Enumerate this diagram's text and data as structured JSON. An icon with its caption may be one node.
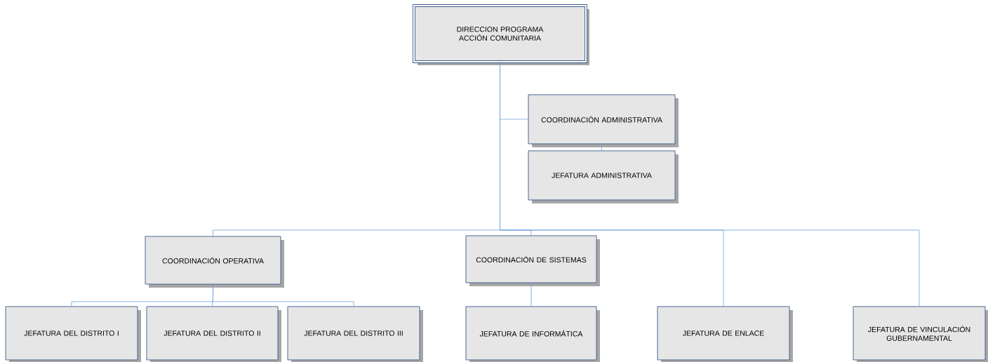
{
  "diagram": {
    "nodes": [
      {
        "text": [
          "DIRECCION PROGRAMA ACCIÓN COMUNITARIA"
        ]
      },
      {
        "text": [
          "COORDINACIÓN ADMINISTRATIVA"
        ]
      },
      {
        "text": [
          "JEFATURA ADMINISTRATIVA"
        ]
      },
      {
        "text": [
          "COORDINACIÓN OPERATIVA"
        ]
      },
      {
        "text": [
          "COORDINACIÓN DE SISTEMAS"
        ]
      },
      {
        "text": [
          "JEFATURA DEL DISTRITO I"
        ]
      },
      {
        "text": [
          "JEFATURA DEL DISTRITO II"
        ]
      },
      {
        "text": [
          "JEFATURA DEL DISTRITO III"
        ]
      },
      {
        "text": [
          "JEFATURA DE INFORMÁTICA"
        ]
      },
      {
        "text": [
          "JEFATURA DE ENLACE"
        ]
      },
      {
        "text": [
          "JEFATURA DE VINCULACIÓN GUBERNAMENTAL"
        ]
      }
    ],
    "edges": [
      {
        "from": 0,
        "to": 1,
        "arrow": "none"
      },
      {
        "from": 1,
        "to": 2,
        "arrow": "none"
      },
      {
        "from": 0,
        "to": 3,
        "arrow": "none"
      },
      {
        "from": 0,
        "to": 4,
        "arrow": "none"
      },
      {
        "from": 0,
        "to": 9,
        "arrow": "none"
      },
      {
        "from": 0,
        "to": 10,
        "arrow": "none"
      },
      {
        "from": 3,
        "to": 5,
        "arrow": "none"
      },
      {
        "from": 3,
        "to": 6,
        "arrow": "none"
      },
      {
        "from": 3,
        "to": 7,
        "arrow": "none"
      },
      {
        "from": 4,
        "to": 8,
        "arrow": "none"
      }
    ]
  }
}
